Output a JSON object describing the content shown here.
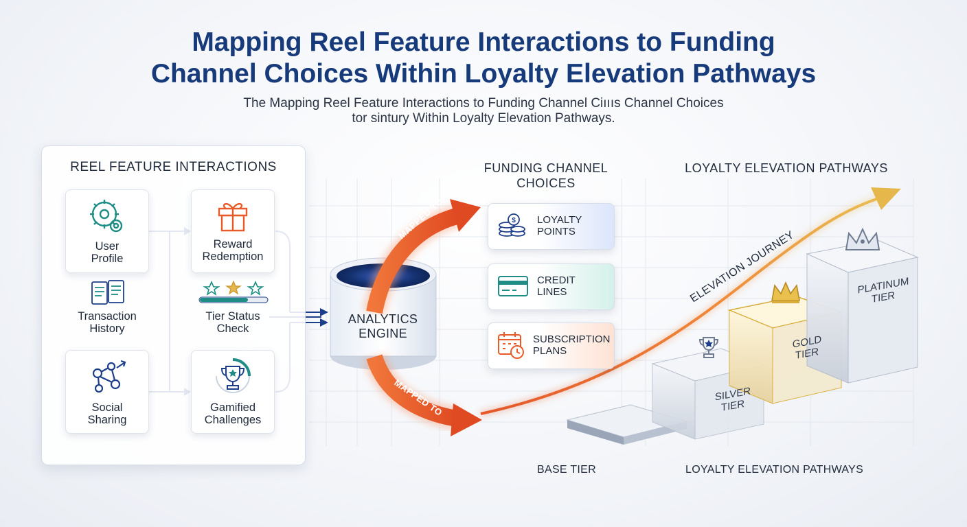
{
  "title": {
    "line1": "Mapping Reel Feature Interactions to Funding",
    "line2": "Channel Choices Within Loyalty Elevation Pathways"
  },
  "subtitle": {
    "line1": "The Mapping Reel Feature Interactions to Funding Channel Ciıııs Channel Choices",
    "line2": "tor sintury Within Loyalty Elevation Pathways."
  },
  "features": {
    "title": "REEL FEATURE INTERACTIONS",
    "items": [
      {
        "label1": "User",
        "label2": "Profile",
        "icon": "gears-icon"
      },
      {
        "label1": "Transaction",
        "label2": "History",
        "icon": "documents-icon"
      },
      {
        "label1": "Social",
        "label2": "Sharing",
        "icon": "network-share-icon"
      },
      {
        "label1": "Reward",
        "label2": "Redemption",
        "icon": "gift-icon"
      },
      {
        "label1": "Tier Status",
        "label2": "Check",
        "icon": "stars-progress-icon"
      },
      {
        "label1": "Gamified",
        "label2": "Challenges",
        "icon": "trophy-icon"
      }
    ]
  },
  "engine": {
    "line1": "ANALYTICS",
    "line2": "ENGINE"
  },
  "mapped_top": "MAPPED TO",
  "mapped_bottom": "MAPPED TO",
  "funding": {
    "title1": "FUNDING CHANNEL",
    "title2": "CHOICES",
    "items": [
      {
        "line1": "LOYALTY",
        "line2": "POINTS",
        "icon": "coins-icon"
      },
      {
        "line1": "CREDIT",
        "line2": "LINES",
        "icon": "credit-card-icon"
      },
      {
        "line1": "SUBSCRIPTION",
        "line2": "PLANS",
        "icon": "calendar-icon"
      }
    ]
  },
  "pathways": {
    "title": "LOYALTY ELEVATION PATHWAYS",
    "journey": "ELEVATION JOURNEY",
    "tiers": [
      {
        "line1": "BASE TIER",
        "line2": ""
      },
      {
        "line1": "SILVER",
        "line2": "TIER",
        "icon": "trophy-icon"
      },
      {
        "line1": "GOLD",
        "line2": "TIER",
        "icon": "crown-icon"
      },
      {
        "line1": "PLATINUM",
        "line2": "TIER",
        "icon": "crown-icon"
      }
    ],
    "bottom_label": "LOYALTY ELEVATION PATHWAYS"
  },
  "colors": {
    "title": "#173a7a",
    "teal": "#1f8d86",
    "orange": "#e85a2a",
    "navy": "#1d3f8a",
    "gold": "#d9ad3c"
  }
}
